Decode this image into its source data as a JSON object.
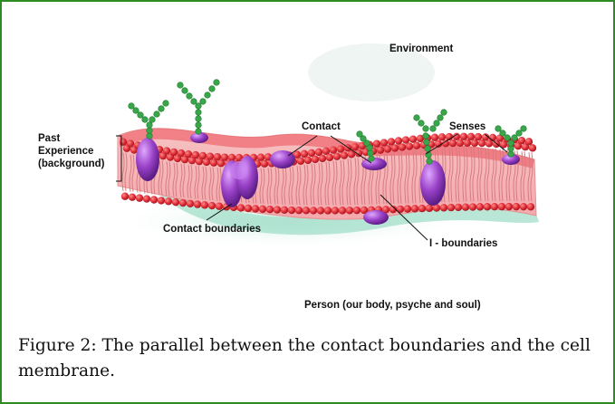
{
  "diagram": {
    "labels": {
      "environment": "Environment",
      "past_experience": "Past\nExperience\n(background)",
      "contact": "Contact",
      "senses": "Senses",
      "contact_boundaries": "Contact boundaries",
      "i_boundaries": "I - boundaries",
      "person": "Person (our body, psyche and soul)"
    },
    "colors": {
      "frame": "#2e8b22",
      "lipid_head": "#e0303a",
      "membrane_pink": "#f6b8b8",
      "protein_purple": "#9a42c8",
      "glycan_green": "#3aa64a",
      "shadow_teal": "#a8e0cc"
    }
  },
  "caption": "Figure 2: The parallel between the contact boundaries and the cell membrane."
}
